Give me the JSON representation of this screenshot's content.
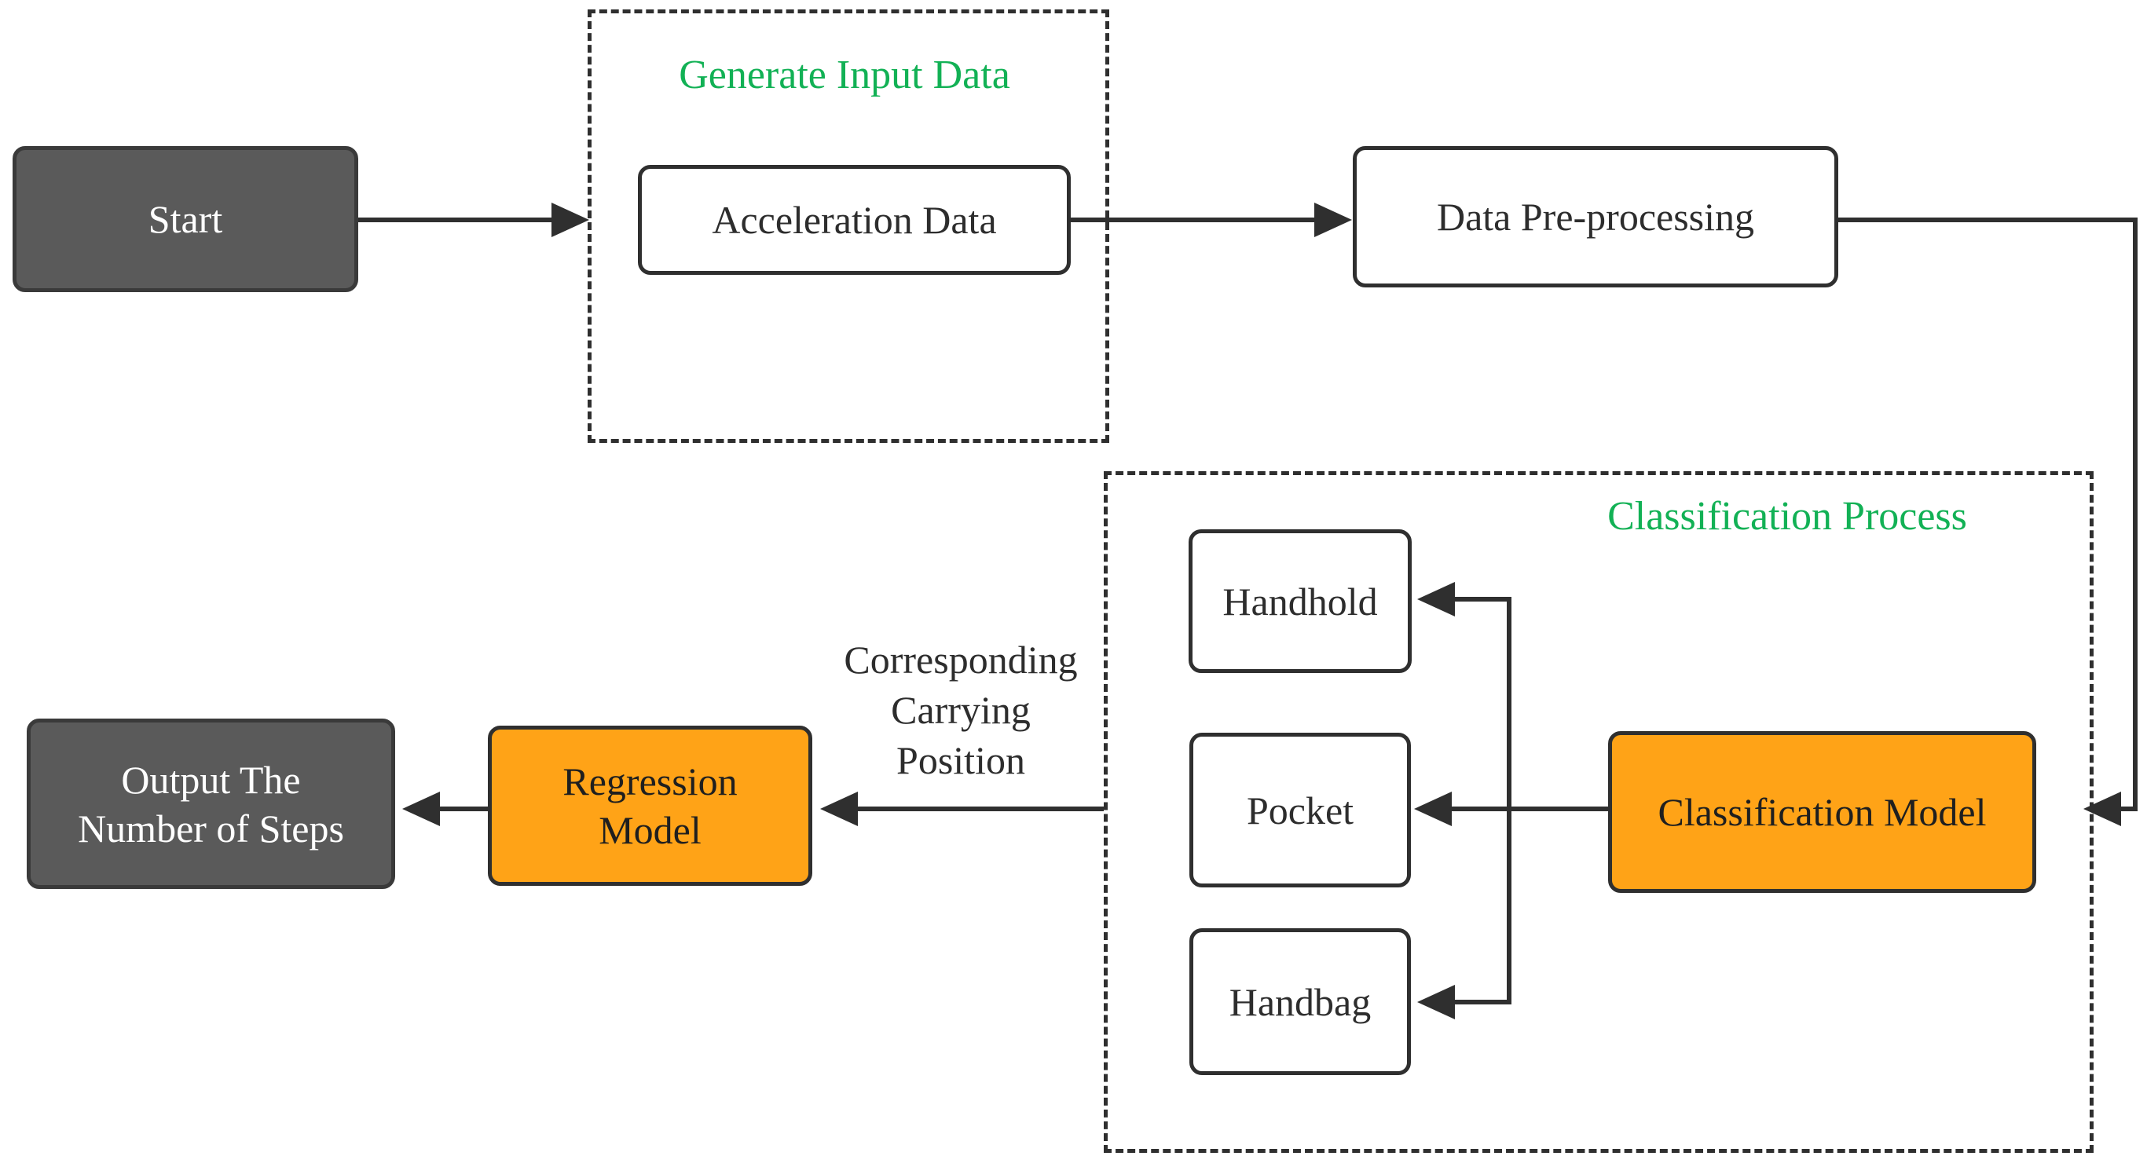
{
  "colors": {
    "node_gray": "#5a5a5a",
    "node_orange": "#ffa317",
    "accent_green": "#12b155",
    "line": "#2f2f2f"
  },
  "groups": {
    "generate_input": {
      "label": "Generate Input Data"
    },
    "classification_process": {
      "label": "Classification Process"
    }
  },
  "nodes": {
    "start": {
      "label": "Start"
    },
    "acceleration_data": {
      "label": "Acceleration Data"
    },
    "data_preprocessing": {
      "label": "Data Pre-processing"
    },
    "handhold": {
      "label": "Handhold"
    },
    "pocket": {
      "label": "Pocket"
    },
    "handbag": {
      "label": "Handbag"
    },
    "classification_model": {
      "label": "Classification Model"
    },
    "regression_model": {
      "label": "Regression\nModel"
    },
    "output_steps": {
      "label": "Output The\nNumber of Steps"
    }
  },
  "edge_labels": {
    "carrying_position": "Corresponding\nCarrying\nPosition"
  }
}
